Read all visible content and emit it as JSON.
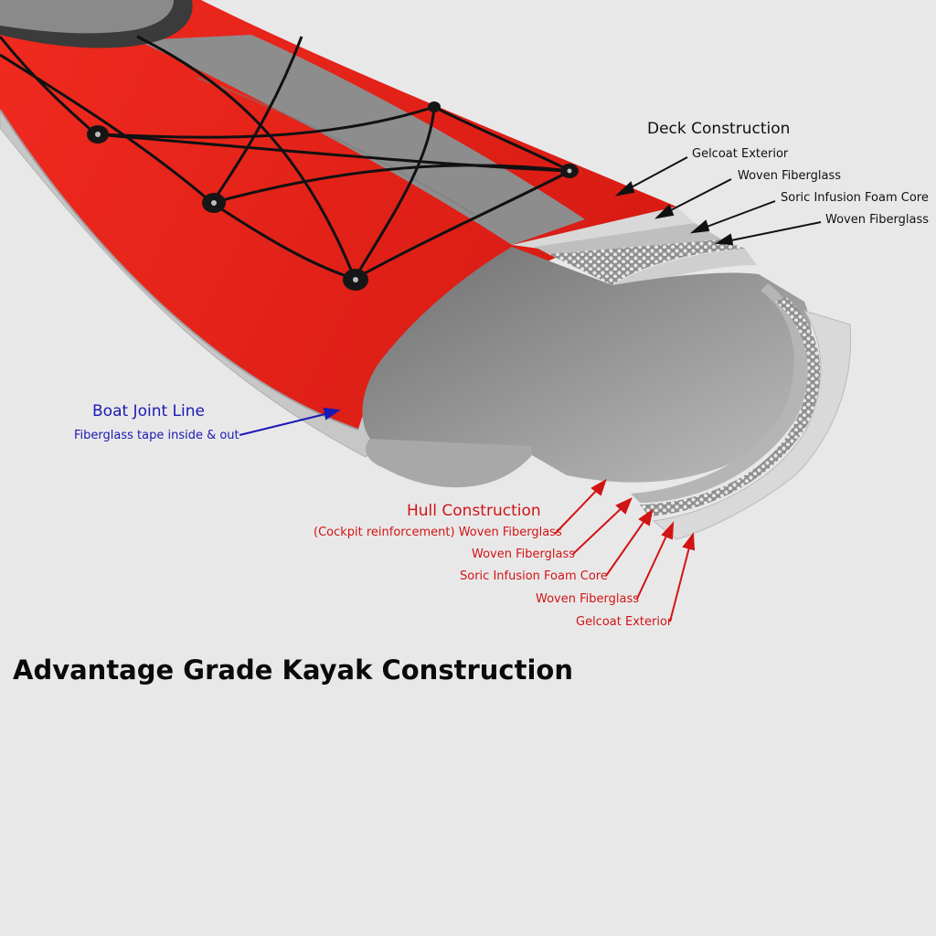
{
  "title": "Advantage Grade Kayak Construction",
  "deck": {
    "heading": "Deck Construction",
    "layers": [
      "Gelcoat Exterior",
      "Woven Fiberglass",
      "Soric Infusion Foam Core",
      "Woven Fiberglass"
    ]
  },
  "joint": {
    "heading": "Boat Joint Line",
    "note": "Fiberglass tape inside & out"
  },
  "hull": {
    "heading": "Hull Construction",
    "layers": [
      "(Cockpit reinforcement) Woven Fiberglass",
      "Woven Fiberglass",
      "Soric Infusion Foam Core",
      "Woven Fiberglass",
      "Gelcoat Exterior"
    ]
  },
  "colors": {
    "deck_red": "#e2231a",
    "deck_stripe": "#8c8c8c",
    "hull_grey": "#c9c9c9",
    "deck_label": "#111111",
    "hull_label": "#d21414",
    "joint_label": "#1a1ab4",
    "background": "#e9e8e9"
  }
}
